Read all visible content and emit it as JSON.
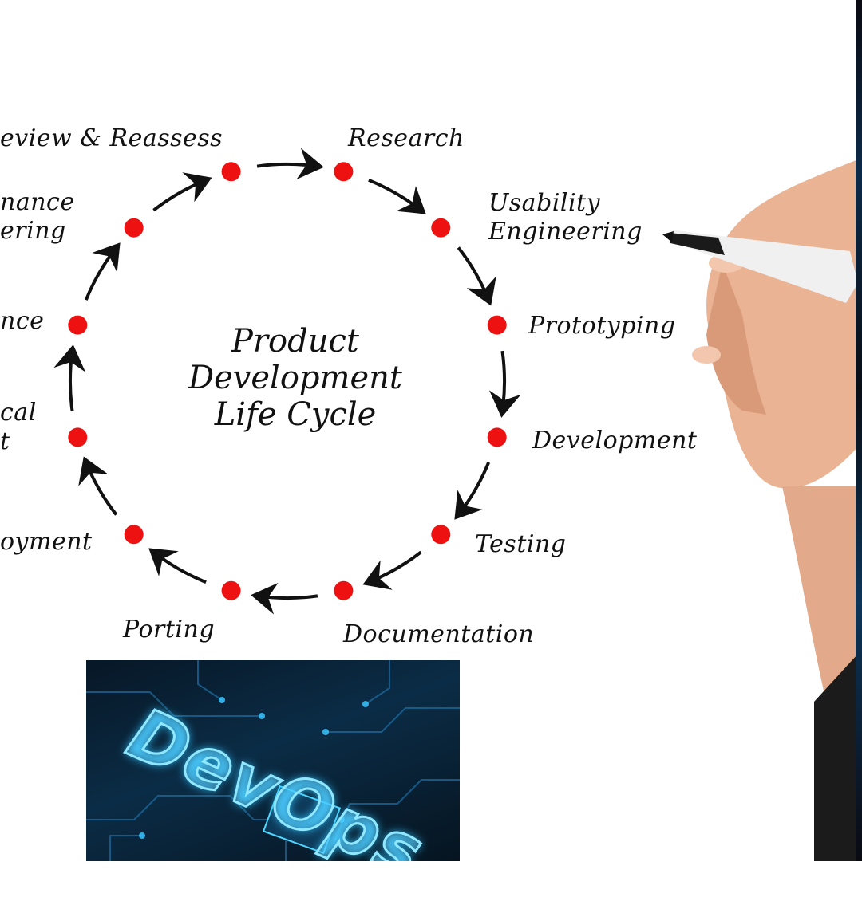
{
  "center_title": [
    "Product",
    "Development",
    "Life Cycle"
  ],
  "stages": [
    {
      "label": "Research"
    },
    {
      "label": "Usability\nEngineering"
    },
    {
      "label": "Prototyping"
    },
    {
      "label": "Development"
    },
    {
      "label": "Testing"
    },
    {
      "label": "Documentation"
    },
    {
      "label": "Porting"
    },
    {
      "label": "oyment"
    },
    {
      "label": "cal\nt"
    },
    {
      "label": "nce"
    },
    {
      "label": "nance\nering"
    },
    {
      "label": "eview & Reassess"
    }
  ],
  "devops_image": {
    "text": "DevOps"
  },
  "colors": {
    "node": "#ee1111",
    "arrow": "#111111",
    "text": "#111111",
    "devops_glow": "#2fc4ff"
  }
}
